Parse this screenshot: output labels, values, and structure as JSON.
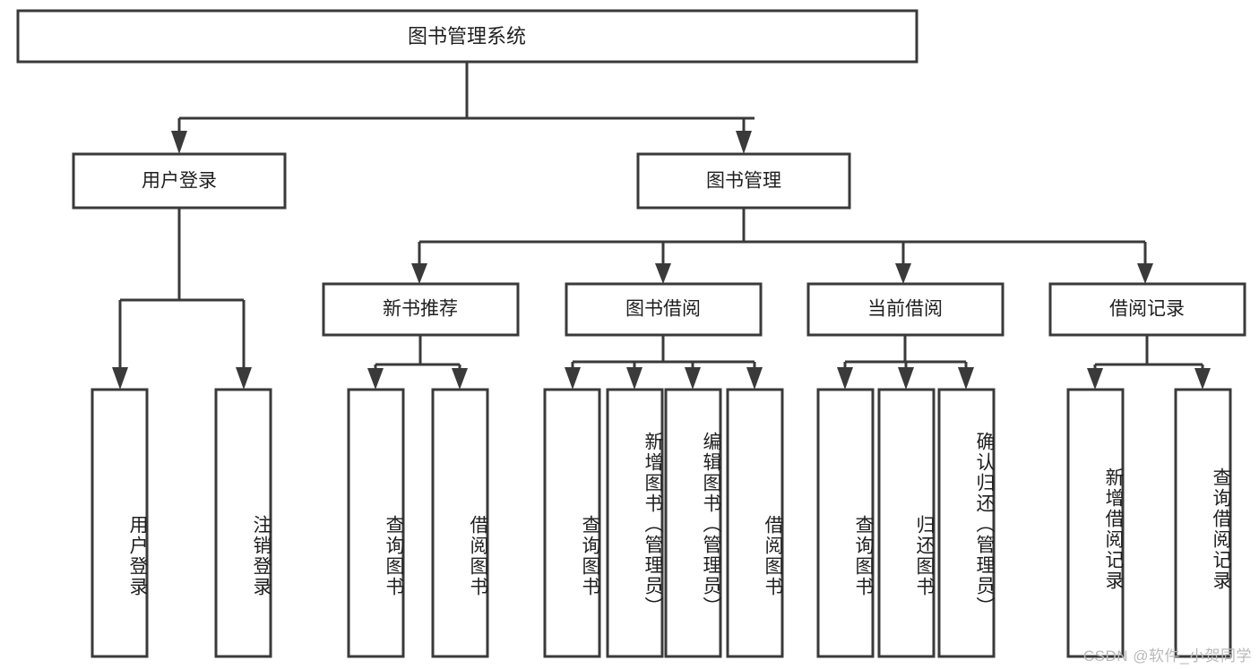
{
  "diagram": {
    "type": "tree-hierarchy-chart",
    "title": "图书管理系统",
    "root": {
      "id": "root",
      "label": "图书管理系统"
    },
    "level1": [
      {
        "id": "user-login",
        "label": "用户登录"
      },
      {
        "id": "book-management",
        "label": "图书管理"
      }
    ],
    "level2": [
      {
        "id": "new-book-recommend",
        "label": "新书推荐",
        "parent": "book-management"
      },
      {
        "id": "book-borrow",
        "label": "图书借阅",
        "parent": "book-management"
      },
      {
        "id": "current-borrow",
        "label": "当前借阅",
        "parent": "book-management"
      },
      {
        "id": "borrow-record",
        "label": "借阅记录",
        "parent": "book-management"
      }
    ],
    "leaves": {
      "user-login": [
        {
          "id": "leaf-user-login",
          "label": "用户登录"
        },
        {
          "id": "leaf-user-logout",
          "label": "注销登录"
        }
      ],
      "new-book-recommend": [
        {
          "id": "leaf-query-book-1",
          "label": "查询图书"
        },
        {
          "id": "leaf-borrow-book-1",
          "label": "借阅图书"
        }
      ],
      "book-borrow": [
        {
          "id": "leaf-query-book-2",
          "label": "查询图书"
        },
        {
          "id": "leaf-add-book",
          "label": "新增图书（管理员）"
        },
        {
          "id": "leaf-edit-book",
          "label": "编辑图书（管理员）"
        },
        {
          "id": "leaf-borrow-book-2",
          "label": "借阅图书"
        }
      ],
      "current-borrow": [
        {
          "id": "leaf-query-book-3",
          "label": "查询图书"
        },
        {
          "id": "leaf-return-book",
          "label": "归还图书"
        },
        {
          "id": "leaf-confirm-return",
          "label": "确认归还（管理员）"
        }
      ],
      "borrow-record": [
        {
          "id": "leaf-add-record",
          "label": "新增借阅记录"
        },
        {
          "id": "leaf-query-record",
          "label": "查询借阅记录"
        }
      ]
    },
    "colors": {
      "background": "#ffffff",
      "box_fill": "#ffffff",
      "box_stroke": "#3a3a3a",
      "connector": "#3a3a3a",
      "text": "#1f1f1f",
      "watermark": "#b9b9b9"
    }
  },
  "watermark": {
    "text": "CSDN @软件_小贺同学"
  }
}
